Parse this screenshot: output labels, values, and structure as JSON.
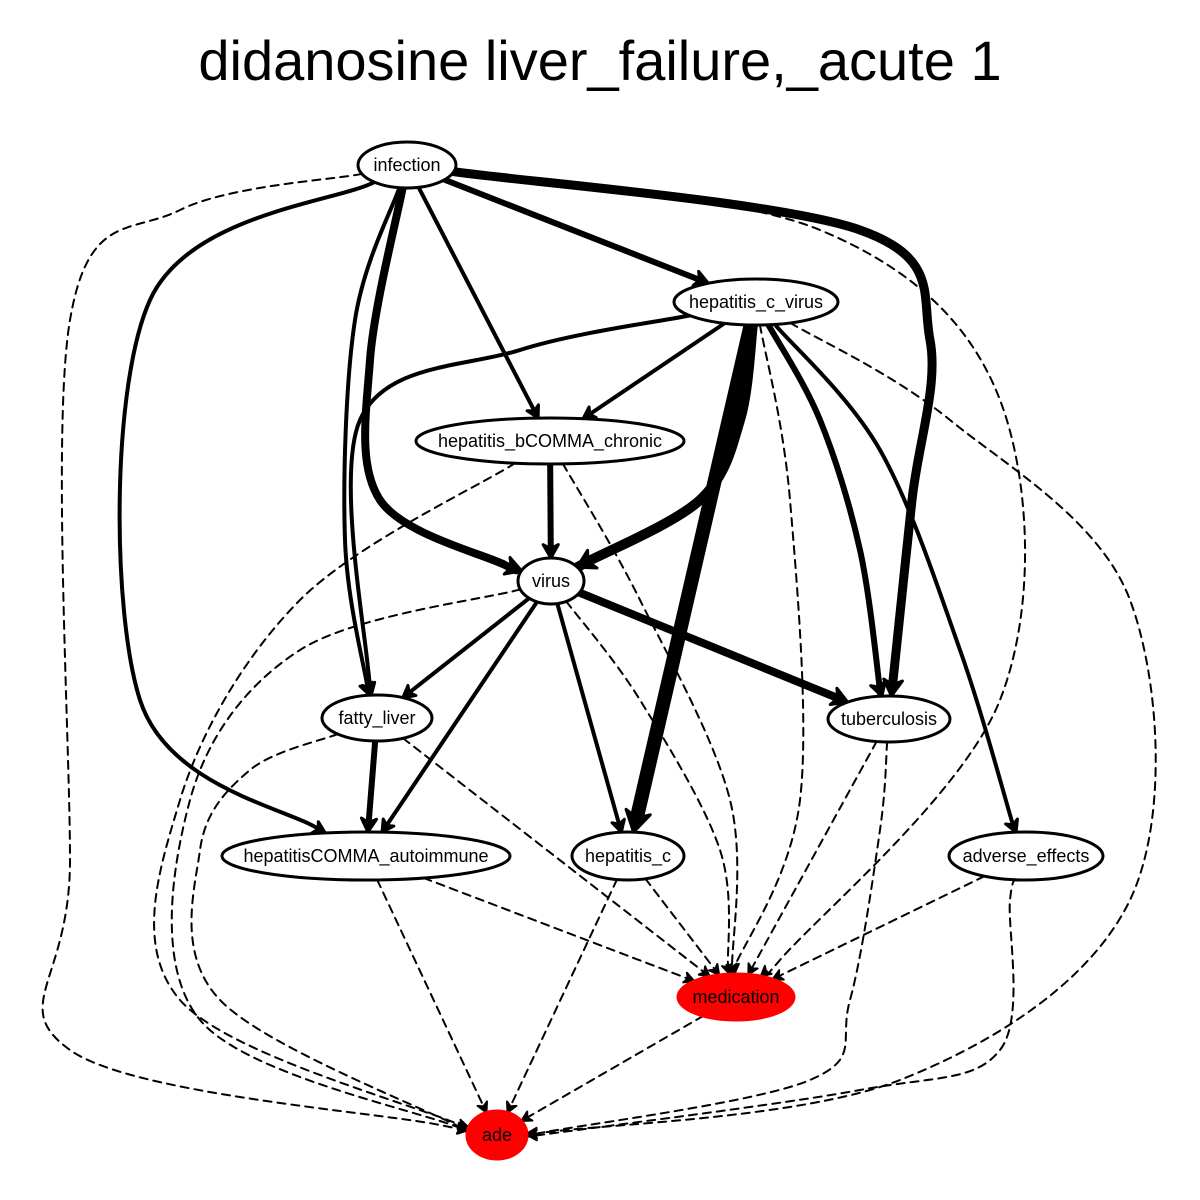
{
  "title": "didanosine liver_failure,_acute 1",
  "colors": {
    "highlight": "#ff0000",
    "edge": "#000000",
    "node_fill": "#ffffff"
  },
  "nodes": [
    {
      "id": "infection",
      "label": "infection",
      "highlight": false
    },
    {
      "id": "hepatitis_c_virus",
      "label": "hepatitis_c_virus",
      "highlight": false
    },
    {
      "id": "hepatitis_bCOMMA_chronic",
      "label": "hepatitis_bCOMMA_chronic",
      "highlight": false
    },
    {
      "id": "virus",
      "label": "virus",
      "highlight": false
    },
    {
      "id": "fatty_liver",
      "label": "fatty_liver",
      "highlight": false
    },
    {
      "id": "tuberculosis",
      "label": "tuberculosis",
      "highlight": false
    },
    {
      "id": "hepatitisCOMMA_autoimmune",
      "label": "hepatitisCOMMA_autoimmune",
      "highlight": false
    },
    {
      "id": "hepatitis_c",
      "label": "hepatitis_c",
      "highlight": false
    },
    {
      "id": "adverse_effects",
      "label": "adverse_effects",
      "highlight": false
    },
    {
      "id": "medication",
      "label": "medication",
      "highlight": true
    },
    {
      "id": "ade",
      "label": "ade",
      "highlight": true
    }
  ],
  "edges": [
    {
      "from": "infection",
      "to": "hepatitis_c_virus",
      "weight": 6,
      "style": "solid"
    },
    {
      "from": "infection",
      "to": "tuberculosis",
      "weight": 9,
      "style": "solid"
    },
    {
      "from": "infection",
      "to": "hepatitis_bCOMMA_chronic",
      "weight": 4,
      "style": "solid"
    },
    {
      "from": "infection",
      "to": "virus",
      "weight": 8,
      "style": "solid"
    },
    {
      "from": "infection",
      "to": "fatty_liver",
      "weight": 4,
      "style": "solid"
    },
    {
      "from": "infection",
      "to": "hepatitisCOMMA_autoimmune",
      "weight": 4,
      "style": "solid"
    },
    {
      "from": "infection",
      "to": "ade",
      "weight": 2,
      "style": "dashed"
    },
    {
      "from": "infection",
      "to": "medication",
      "weight": 2,
      "style": "dashed"
    },
    {
      "from": "hepatitis_c_virus",
      "to": "hepatitis_bCOMMA_chronic",
      "weight": 4,
      "style": "solid"
    },
    {
      "from": "hepatitis_c_virus",
      "to": "virus",
      "weight": 10,
      "style": "solid"
    },
    {
      "from": "hepatitis_c_virus",
      "to": "fatty_liver",
      "weight": 4,
      "style": "solid"
    },
    {
      "from": "hepatitis_c_virus",
      "to": "hepatitis_c",
      "weight": 14,
      "style": "solid"
    },
    {
      "from": "hepatitis_c_virus",
      "to": "tuberculosis",
      "weight": 6,
      "style": "solid"
    },
    {
      "from": "hepatitis_c_virus",
      "to": "adverse_effects",
      "weight": 4,
      "style": "solid"
    },
    {
      "from": "hepatitis_c_virus",
      "to": "medication",
      "weight": 2,
      "style": "dashed"
    },
    {
      "from": "hepatitis_c_virus",
      "to": "ade",
      "weight": 2,
      "style": "dashed"
    },
    {
      "from": "hepatitis_bCOMMA_chronic",
      "to": "virus",
      "weight": 6,
      "style": "solid"
    },
    {
      "from": "hepatitis_bCOMMA_chronic",
      "to": "medication",
      "weight": 2,
      "style": "dashed"
    },
    {
      "from": "hepatitis_bCOMMA_chronic",
      "to": "ade",
      "weight": 2,
      "style": "dashed"
    },
    {
      "from": "virus",
      "to": "fatty_liver",
      "weight": 4,
      "style": "solid"
    },
    {
      "from": "virus",
      "to": "hepatitisCOMMA_autoimmune",
      "weight": 4,
      "style": "solid"
    },
    {
      "from": "virus",
      "to": "hepatitis_c",
      "weight": 4,
      "style": "solid"
    },
    {
      "from": "virus",
      "to": "tuberculosis",
      "weight": 8,
      "style": "solid"
    },
    {
      "from": "virus",
      "to": "medication",
      "weight": 2,
      "style": "dashed"
    },
    {
      "from": "virus",
      "to": "ade",
      "weight": 2,
      "style": "dashed"
    },
    {
      "from": "fatty_liver",
      "to": "hepatitisCOMMA_autoimmune",
      "weight": 6,
      "style": "solid"
    },
    {
      "from": "fatty_liver",
      "to": "medication",
      "weight": 2,
      "style": "dashed"
    },
    {
      "from": "fatty_liver",
      "to": "ade",
      "weight": 2,
      "style": "dashed"
    },
    {
      "from": "tuberculosis",
      "to": "medication",
      "weight": 2,
      "style": "dashed"
    },
    {
      "from": "tuberculosis",
      "to": "ade",
      "weight": 2,
      "style": "dashed"
    },
    {
      "from": "hepatitisCOMMA_autoimmune",
      "to": "medication",
      "weight": 2,
      "style": "dashed"
    },
    {
      "from": "hepatitisCOMMA_autoimmune",
      "to": "ade",
      "weight": 2,
      "style": "dashed"
    },
    {
      "from": "hepatitis_c",
      "to": "medication",
      "weight": 2,
      "style": "dashed"
    },
    {
      "from": "hepatitis_c",
      "to": "ade",
      "weight": 2,
      "style": "dashed"
    },
    {
      "from": "adverse_effects",
      "to": "medication",
      "weight": 2,
      "style": "dashed"
    },
    {
      "from": "adverse_effects",
      "to": "ade",
      "weight": 2,
      "style": "dashed"
    },
    {
      "from": "medication",
      "to": "ade",
      "weight": 2,
      "style": "dashed"
    }
  ]
}
